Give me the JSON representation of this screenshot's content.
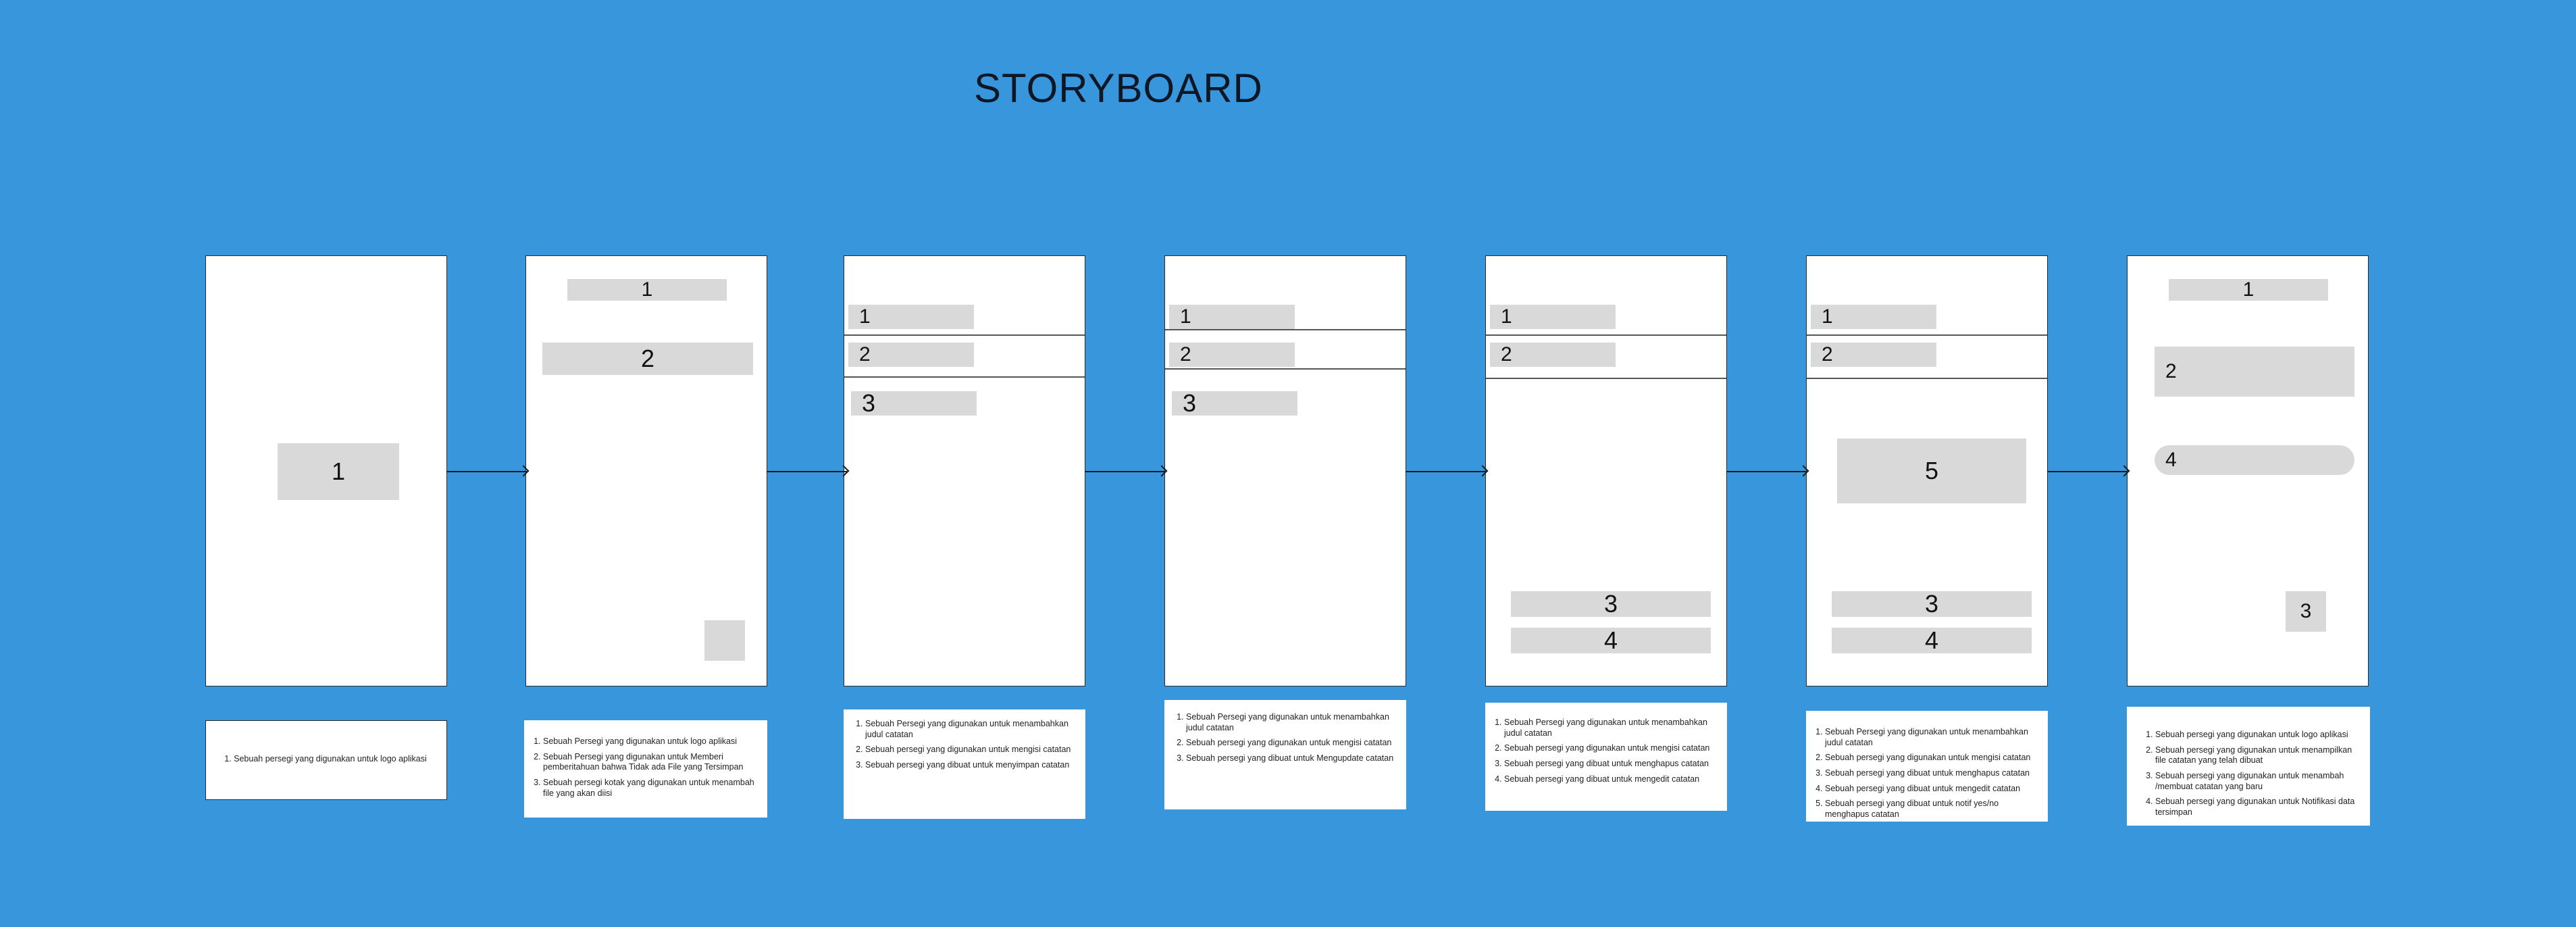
{
  "title": "STORYBOARD",
  "screens": [
    {
      "boxes": [
        "1"
      ]
    },
    {
      "boxes": [
        "1",
        "2",
        ""
      ]
    },
    {
      "boxes": [
        "1",
        "2",
        "3"
      ]
    },
    {
      "boxes": [
        "1",
        "2",
        "3"
      ]
    },
    {
      "boxes": [
        "1",
        "2",
        "3",
        "4"
      ]
    },
    {
      "boxes": [
        "1",
        "2",
        "5",
        "3",
        "4"
      ]
    },
    {
      "boxes": [
        "1",
        "2",
        "4",
        "3"
      ]
    }
  ],
  "notes": [
    [
      "Sebuah persegi yang digunakan untuk logo aplikasi"
    ],
    [
      "Sebuah Persegi yang digunakan untuk logo aplikasi",
      "Sebuah Persegi yang digunakan untuk Memberi pemberitahuan bahwa Tidak ada File yang Tersimpan",
      "Sebuah persegi kotak yang digunakan untuk menambah file yang akan diisi"
    ],
    [
      "Sebuah Persegi yang digunakan untuk menambahkan judul catatan",
      "Sebuah persegi yang digunakan untuk mengisi catatan",
      "Sebuah persegi yang dibuat untuk menyimpan catatan"
    ],
    [
      "Sebuah Persegi yang digunakan untuk menambahkan judul catatan",
      "Sebuah persegi yang digunakan untuk mengisi catatan",
      "Sebuah persegi yang dibuat untuk Mengupdate catatan"
    ],
    [
      "Sebuah Persegi yang digunakan untuk menambahkan judul catatan",
      "Sebuah persegi yang digunakan untuk mengisi catatan",
      "Sebuah persegi yang dibuat untuk menghapus catatan",
      "Sebuah persegi yang dibuat untuk mengedit catatan"
    ],
    [
      "Sebuah Persegi yang digunakan untuk menambahkan judul catatan",
      "Sebuah persegi yang digunakan untuk mengisi catatan",
      "Sebuah persegi yang dibuat untuk menghapus catatan",
      "Sebuah persegi yang dibuat untuk mengedit catatan",
      "Sebuah persegi yang dibuat untuk notif yes/no menghapus catatan"
    ],
    [
      "Sebuah persegi yang digunakan untuk logo aplikasi",
      "Sebuah persegi yang digunakan untuk menampilkan file catatan yang telah dibuat",
      "Sebuah persegi yang digunakan untuk menambah /membuat catatan yang baru",
      "Sebuah persegi yang digunakan untuk Notifikasi data tersimpan"
    ]
  ]
}
